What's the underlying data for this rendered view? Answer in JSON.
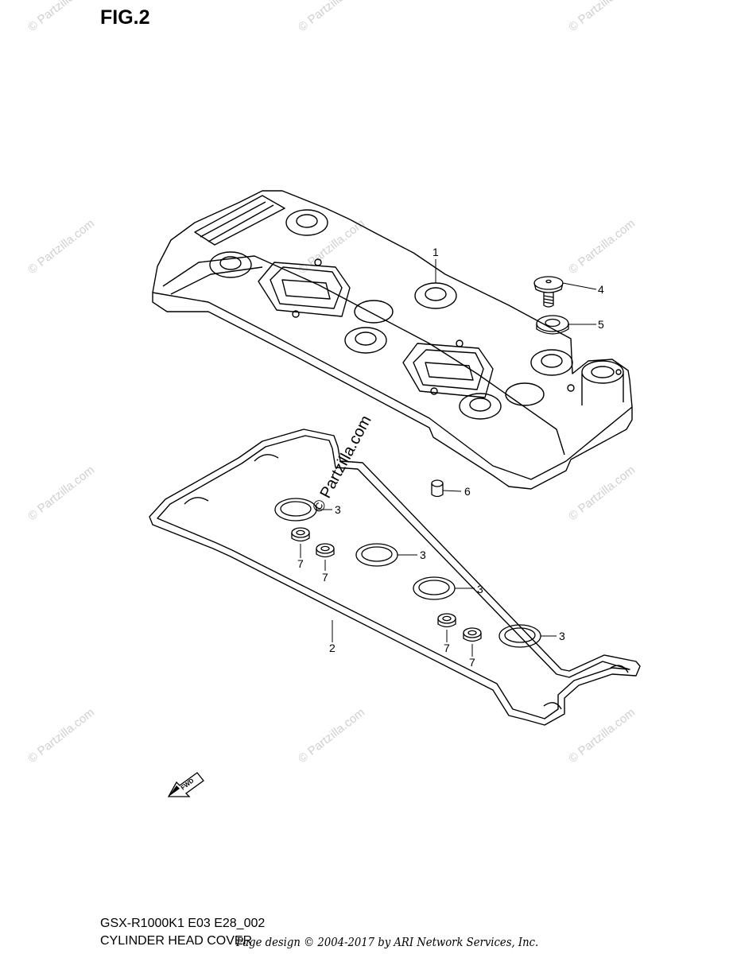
{
  "figure": {
    "title": "FIG.2"
  },
  "watermarks": {
    "text": "© Partzilla.com",
    "overlay_text": "© Partzilla.com"
  },
  "callouts": [
    {
      "id": "1",
      "label": "1",
      "part": "cylinder-head-cover"
    },
    {
      "id": "2",
      "label": "2",
      "part": "cover-gasket"
    },
    {
      "id": "3a",
      "label": "3",
      "part": "plug-gasket"
    },
    {
      "id": "3b",
      "label": "3",
      "part": "plug-gasket"
    },
    {
      "id": "3c",
      "label": "3",
      "part": "plug-gasket"
    },
    {
      "id": "3d",
      "label": "3",
      "part": "plug-gasket"
    },
    {
      "id": "4",
      "label": "4",
      "part": "bolt"
    },
    {
      "id": "5",
      "label": "5",
      "part": "washer"
    },
    {
      "id": "6",
      "label": "6",
      "part": "dowel"
    },
    {
      "id": "7a",
      "label": "7",
      "part": "seal"
    },
    {
      "id": "7b",
      "label": "7",
      "part": "seal"
    },
    {
      "id": "7c",
      "label": "7",
      "part": "seal"
    },
    {
      "id": "7d",
      "label": "7",
      "part": "seal"
    }
  ],
  "fwd_label": "FWD",
  "footer": {
    "model_code": "GSX-R1000K1 E03 E28_002",
    "part_title": "CYLINDER HEAD COVER",
    "copyright": "Page design © 2004-2017 by ARI Network Services, Inc."
  }
}
